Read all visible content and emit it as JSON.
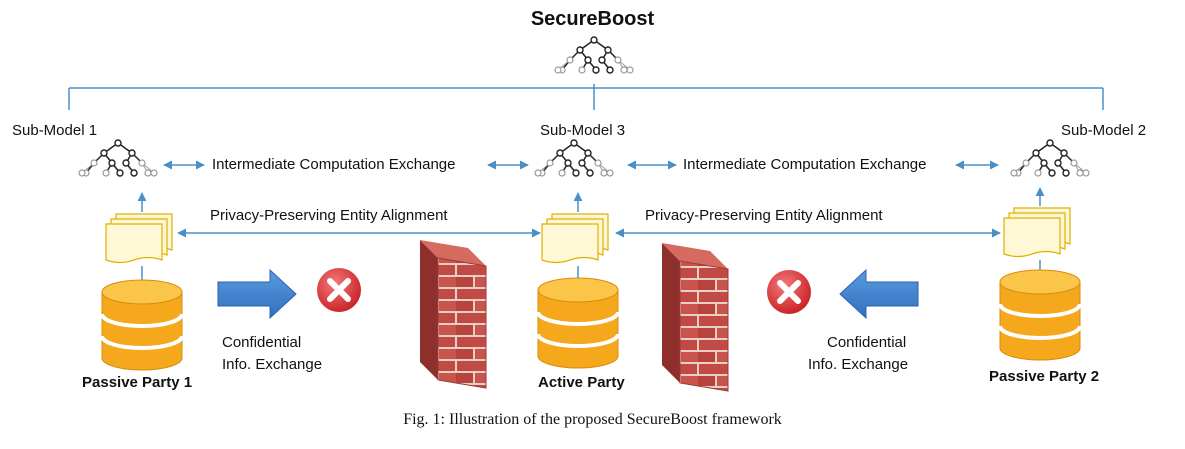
{
  "title": "SecureBoost",
  "submodels": {
    "left": "Sub-Model 1",
    "center": "Sub-Model 3",
    "right": "Sub-Model 2"
  },
  "exchange": {
    "intermediate_left": "Intermediate Computation Exchange",
    "intermediate_right": "Intermediate Computation Exchange",
    "alignment_left": "Privacy-Preserving Entity Alignment",
    "alignment_right": "Privacy-Preserving Entity Alignment"
  },
  "confidential": {
    "left_line1": "Confidential",
    "left_line2": "Info. Exchange",
    "right_line1": "Confidential",
    "right_line2": "Info. Exchange"
  },
  "parties": {
    "left": "Passive Party 1",
    "center": "Active Party",
    "right": "Passive Party 2"
  },
  "caption": "Fig. 1: Illustration of the proposed SecureBoost framework",
  "colors": {
    "connector": "#4a90c8",
    "database": "#f6a81c",
    "database_light": "#fbc54a",
    "document": "#fff8d6",
    "document_border": "#e6b800",
    "arrow": "#3b7fd0",
    "cross": "#e0393c",
    "brick": "#c0504d",
    "mortar": "#f0d8d0"
  },
  "icons": [
    "tree-icon",
    "document-stack-icon",
    "database-icon",
    "arrow-icon",
    "cross-icon",
    "firewall-icon"
  ]
}
